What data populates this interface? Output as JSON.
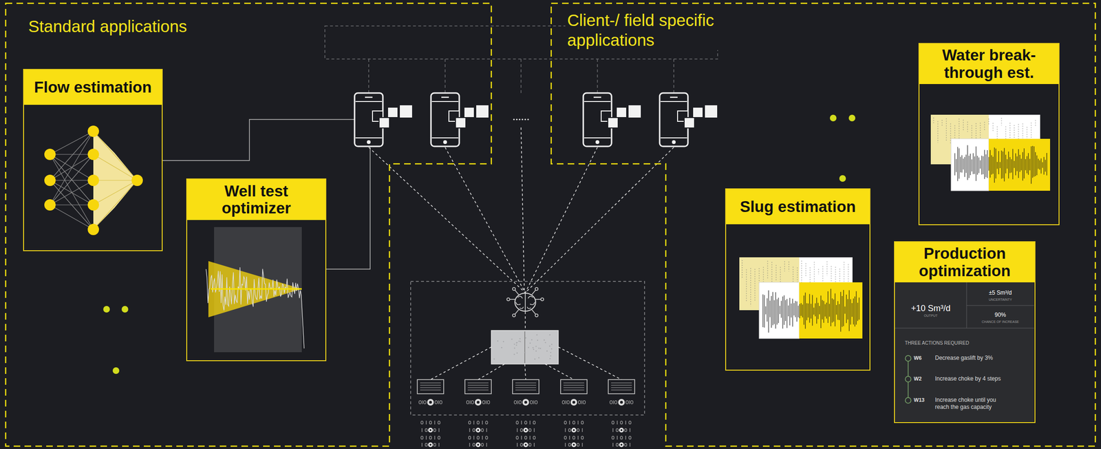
{
  "diagram": {
    "nodes": [
      {
        "text": [
          "Standard applications"
        ]
      },
      {
        "text": [
          "Flow estimation"
        ],
        "in": 0
      },
      {
        "text": [
          "Well test optimizer"
        ],
        "in": 0
      },
      {
        "text": [
          "Client-/ field specific applications"
        ]
      },
      {
        "text": [
          "Water break- through est."
        ],
        "in": 3
      },
      {
        "text": [
          "Slug estimation"
        ],
        "in": 3
      },
      {
        "text": [
          "Production optimization",
          "+10 Sm³/d",
          "OUTPUT",
          "±5 Sm³/d",
          "UNCERTAINTY",
          "90%",
          "CHANCE OF INCREASE",
          "THREE ACTIONS REQUIRED",
          "W6",
          "Decrease gaslift by 3%",
          "W2",
          "Increase choke by 4 steps",
          "W13",
          "Increase choke until you reach the gas capacity"
        ],
        "in": 3
      }
    ]
  }
}
